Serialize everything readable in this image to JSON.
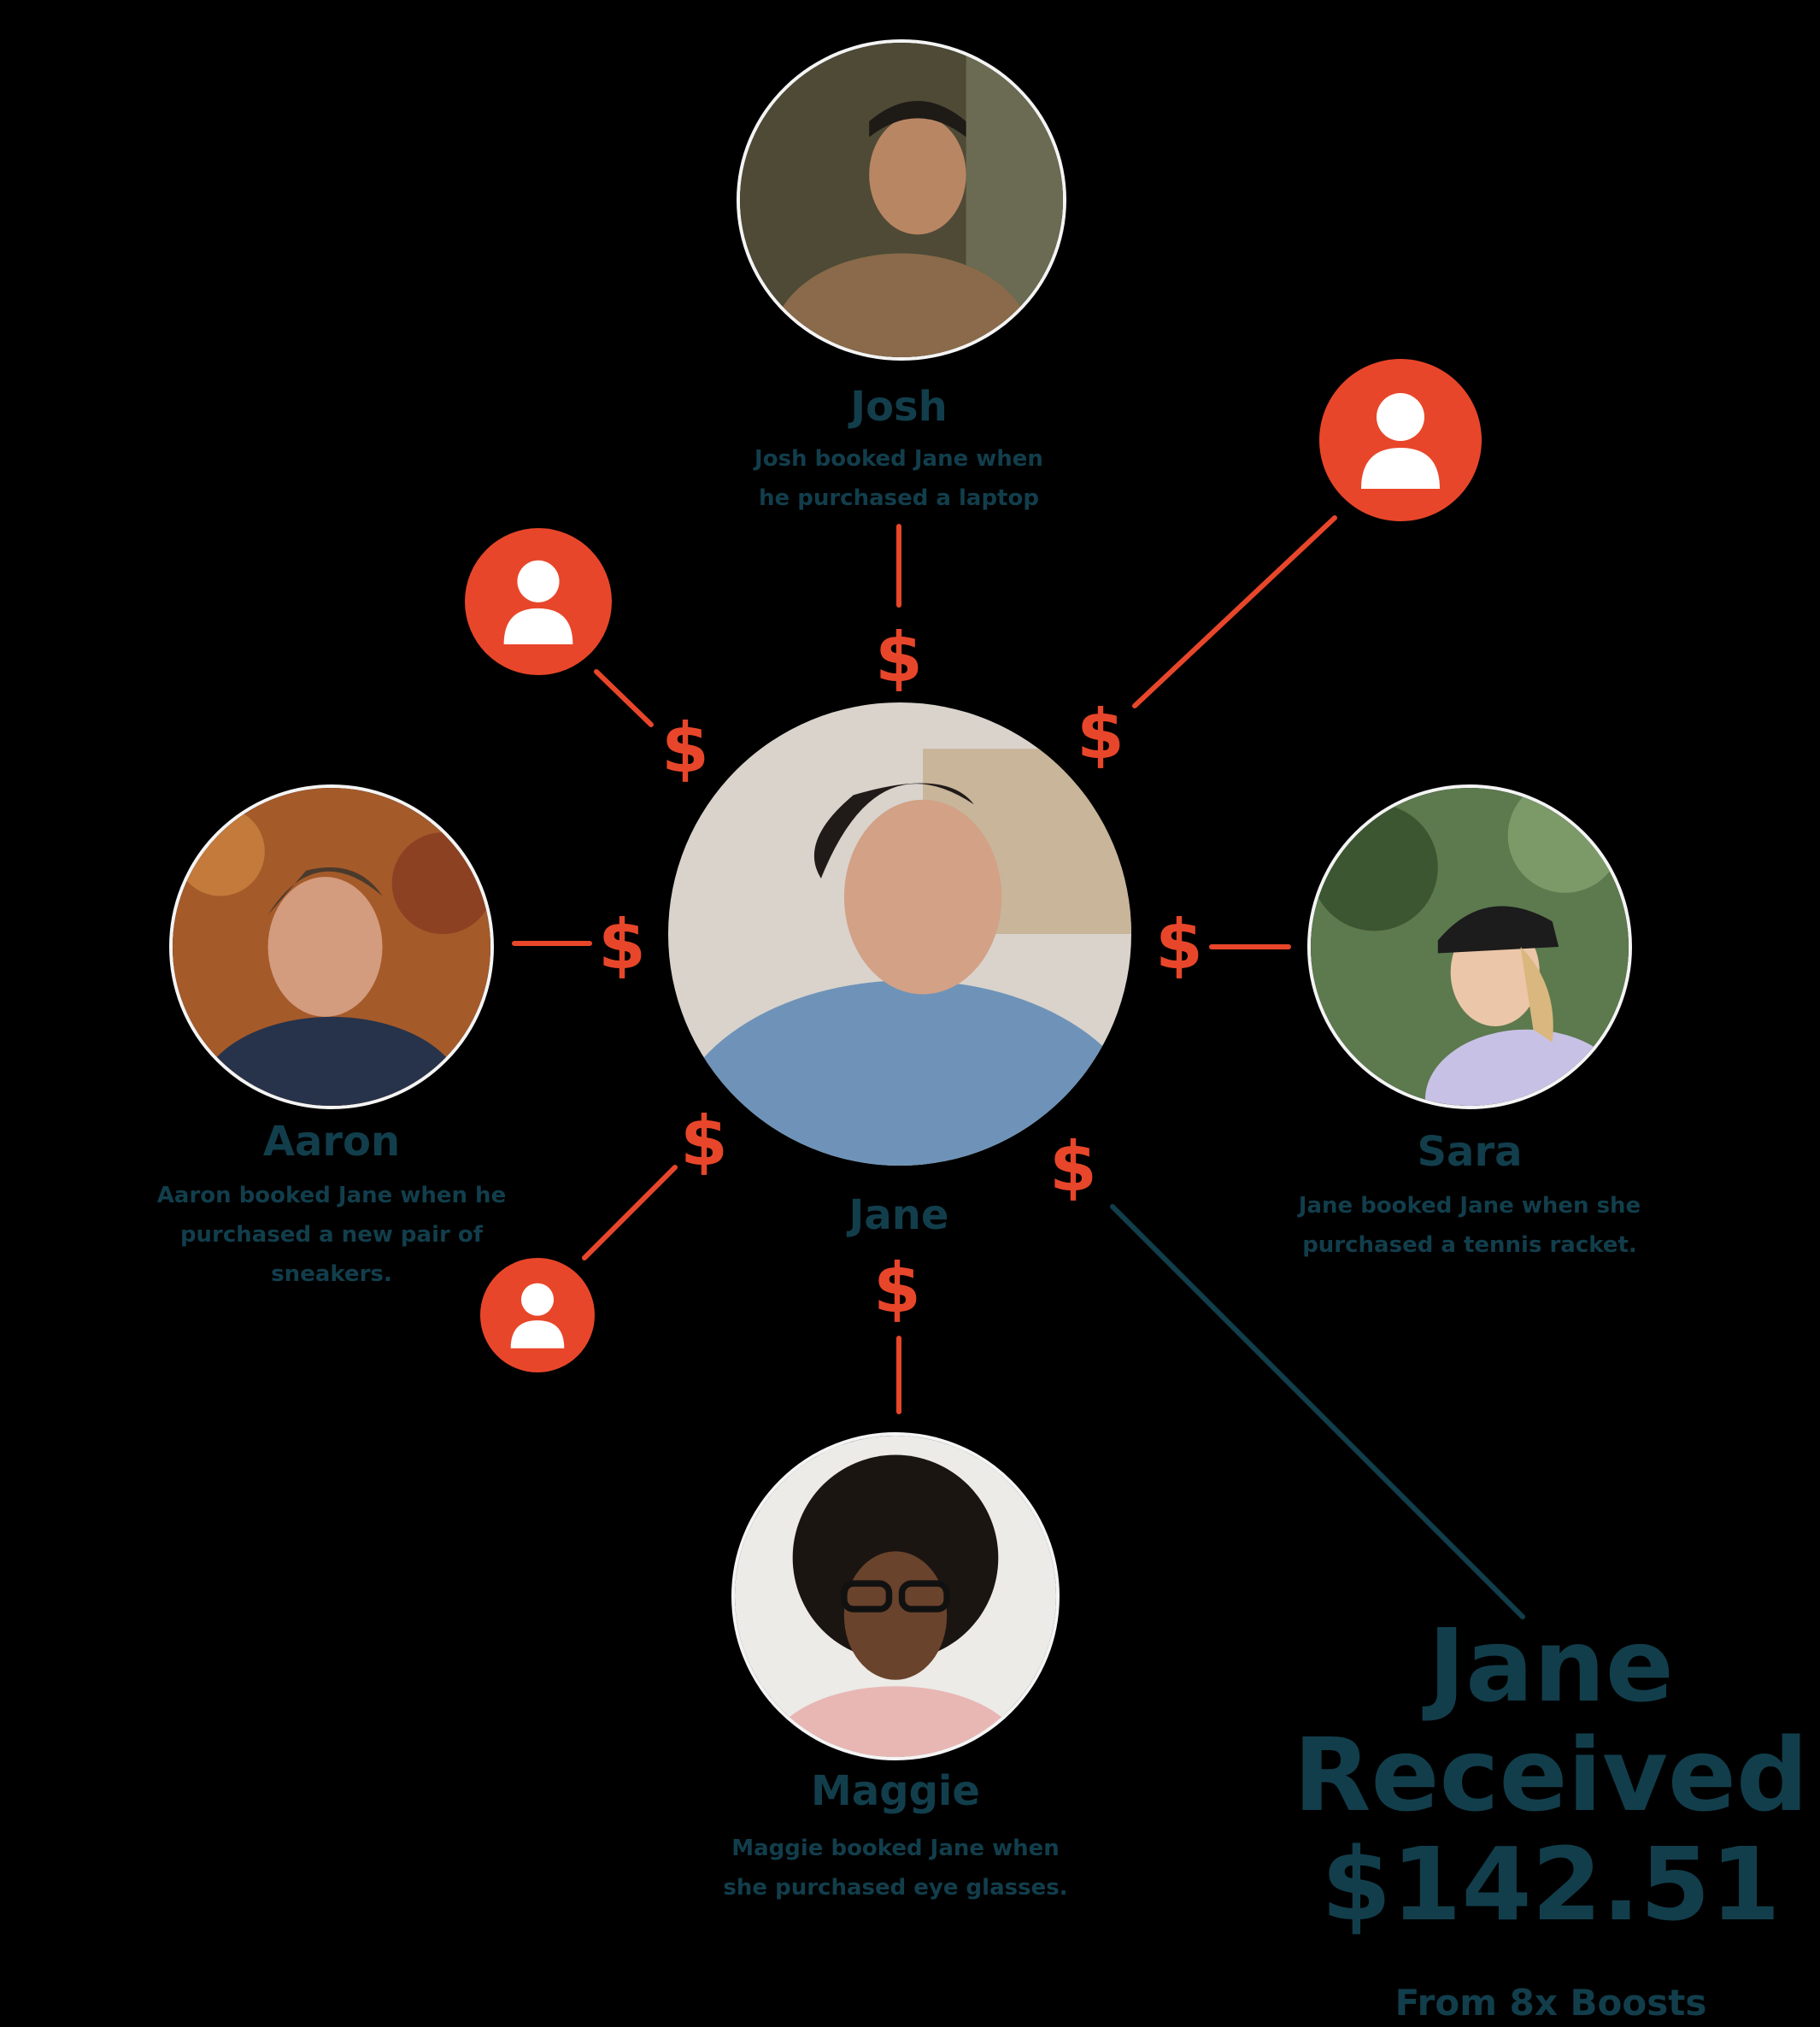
{
  "center": {
    "name": "Jane"
  },
  "people": {
    "josh": {
      "name": "Josh",
      "desc_line1": "Josh booked Jane when",
      "desc_line2": "he purchased a laptop"
    },
    "aaron": {
      "name": "Aaron",
      "desc_line1": "Aaron booked Jane when he",
      "desc_line2": "purchased a new pair of sneakers."
    },
    "sara": {
      "name": "Sara",
      "desc_line1": "Jane booked Jane when she",
      "desc_line2": "purchased a tennis racket."
    },
    "maggie": {
      "name": "Maggie",
      "desc_line1": "Maggie booked Jane when",
      "desc_line2": "she purchased eye glasses."
    }
  },
  "dollar_symbol": "$",
  "summary": {
    "title_line1": "Jane",
    "title_line2": "Received",
    "amount": "$142.51",
    "subtitle": "From 8x Boosts"
  },
  "colors": {
    "accent": "#e8462a",
    "text": "#123e4c",
    "background": "#000000"
  },
  "icons": {
    "anonymous_user": "user-icon"
  }
}
